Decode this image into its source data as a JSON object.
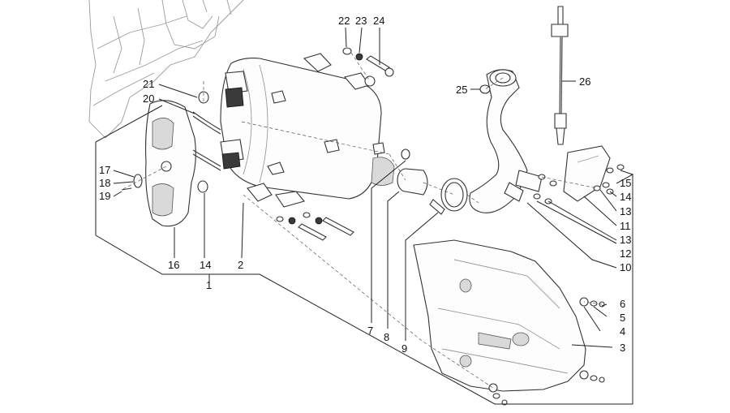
{
  "callouts": [
    {
      "id": "c1",
      "label": "1"
    },
    {
      "id": "c2",
      "label": "2"
    },
    {
      "id": "c3",
      "label": "3"
    },
    {
      "id": "c4",
      "label": "4"
    },
    {
      "id": "c5",
      "label": "5"
    },
    {
      "id": "c6",
      "label": "6"
    },
    {
      "id": "c7",
      "label": "7"
    },
    {
      "id": "c8",
      "label": "8"
    },
    {
      "id": "c9",
      "label": "9"
    },
    {
      "id": "c10",
      "label": "10"
    },
    {
      "id": "c11",
      "label": "11"
    },
    {
      "id": "c12",
      "label": "12"
    },
    {
      "id": "c13a",
      "label": "13"
    },
    {
      "id": "c13b",
      "label": "13"
    },
    {
      "id": "c14a",
      "label": "14"
    },
    {
      "id": "c14b",
      "label": "14"
    },
    {
      "id": "c15",
      "label": "15"
    },
    {
      "id": "c16",
      "label": "16"
    },
    {
      "id": "c17",
      "label": "17"
    },
    {
      "id": "c18",
      "label": "18"
    },
    {
      "id": "c19",
      "label": "19"
    },
    {
      "id": "c20",
      "label": "20"
    },
    {
      "id": "c21",
      "label": "21"
    },
    {
      "id": "c22",
      "label": "22"
    },
    {
      "id": "c23",
      "label": "23"
    },
    {
      "id": "c24",
      "label": "24"
    },
    {
      "id": "c25",
      "label": "25"
    },
    {
      "id": "c26",
      "label": "26"
    }
  ]
}
